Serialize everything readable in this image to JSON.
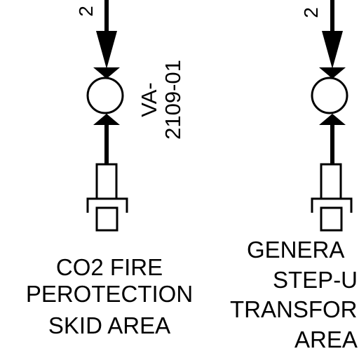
{
  "diagram": {
    "colors": {
      "line": "#000000",
      "background": "#ffffff"
    },
    "left_branch": {
      "pipe_number_partial": "2",
      "valve_tag_line1": "VA-",
      "valve_tag_line2": "2109-01",
      "area_label_line1": "CO2 FIRE",
      "area_label_line2": "PEROTECTION",
      "area_label_line3": "SKID AREA"
    },
    "right_branch": {
      "pipe_number_partial": "2",
      "area_label_line1": "GENERA",
      "area_label_line2": "STEP-U",
      "area_label_line3": "TRANSFOR",
      "area_label_line4": "AREA"
    }
  }
}
